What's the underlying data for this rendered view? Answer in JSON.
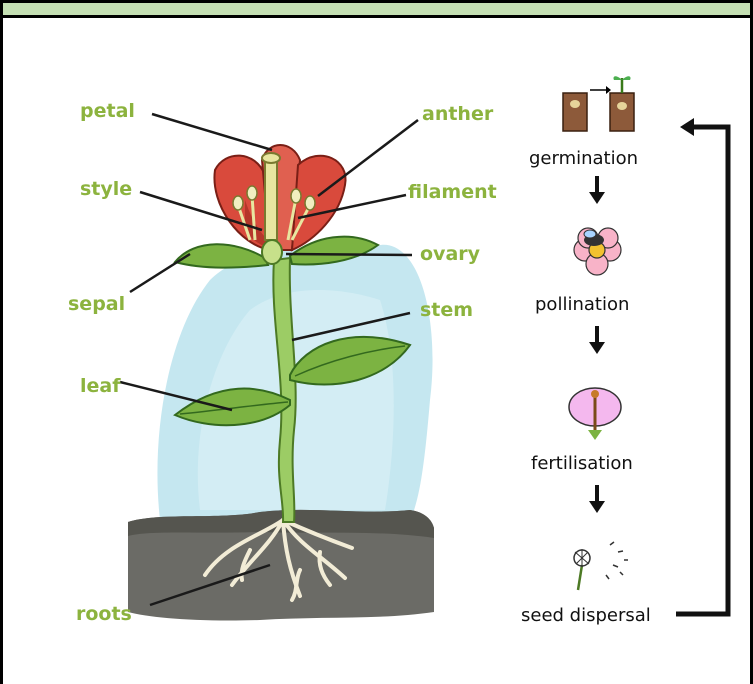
{
  "plant_labels": {
    "petal": "petal",
    "style": "style",
    "sepal": "sepal",
    "leaf": "leaf",
    "roots": "roots",
    "anther": "anther",
    "filament": "filament",
    "ovary": "ovary",
    "stem": "stem"
  },
  "life_cycle": {
    "stages": [
      "germination",
      "pollination",
      "fertilisation",
      "seed dispersal"
    ]
  },
  "colors": {
    "banner": "#c5e0b4",
    "label_green": "#8cb33e",
    "petal_red": "#d94a3c",
    "leaf_green": "#7cb342",
    "stem_green": "#9ccc65",
    "sky_blue": "#bfe4ee",
    "soil": "#6b6b66"
  }
}
